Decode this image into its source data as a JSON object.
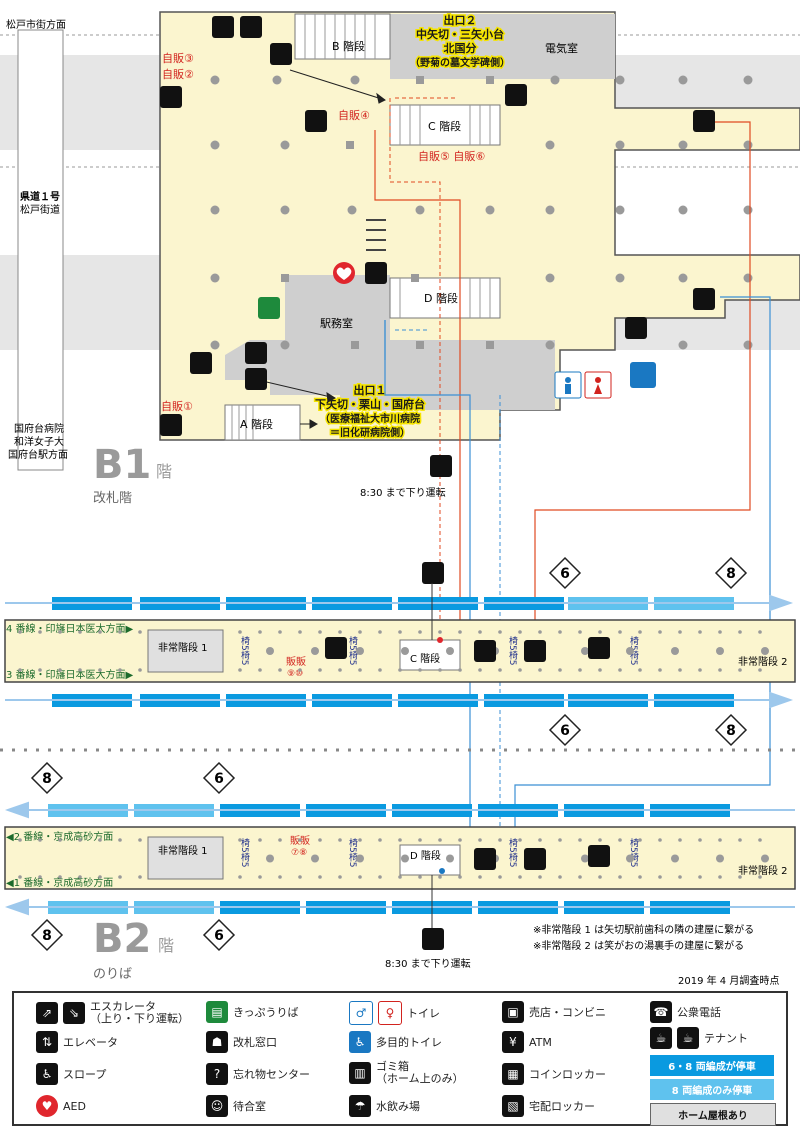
{
  "colors": {
    "concourse": "#fbf5cf",
    "staff_area": "#cfcfcf",
    "road_band": "#e6e6e6",
    "car_6_8": "#0a9ae0",
    "car_8_only": "#5fc2ee",
    "roof": "#e0e0e0",
    "exit_text": "#1a1a1a",
    "exit_highlight": "#f5e400",
    "label_red": "#d2231e",
    "route_red": "#e04a22",
    "route_blue": "#3b8fd4",
    "legend_border": "#333333"
  },
  "b1": {
    "road_top": "松戸市街方面",
    "road_name_1": "県道１号",
    "road_name_2": "松戸街道",
    "road_bottom_1": "国府台病院",
    "road_bottom_2": "和洋女子大",
    "road_bottom_3": "国府台駅方面",
    "floor_big": "B1",
    "floor_suffix": "階",
    "floor_sub": "改札階",
    "stair_b": "B 階段",
    "stair_c": "C 階段",
    "stair_d": "D 階段",
    "stair_a": "A 階段",
    "electric_room": "電気室",
    "staff_room": "駅務室",
    "vending_3": "自販③",
    "vending_2": "自販②",
    "vending_4": "自販④",
    "vending_5_6": "自販⑤ 自販⑥",
    "vending_1": "自販①",
    "exit2_title": "出口２",
    "exit2_line1": "中矢切・三矢小台",
    "exit2_line2": "北国分",
    "exit2_line3": "（野菊の墓文学碑側）",
    "exit1_title": "出口１",
    "exit1_line1": "下矢切・栗山・国府台",
    "exit1_line2": "（医療福祉大市川病院",
    "exit1_line3": "＝旧化研病院側）",
    "escalator_note": "8:30 まで下り運転"
  },
  "platforms": {
    "upper_track_top": "4 番線・印旛日本医大方面▶",
    "upper_track_bottom": "3 番線・印旛日本医大方面▶",
    "lower_track_top": "◀2 番線・京成高砂方面",
    "lower_track_bottom": "◀1 番線・京成高砂方面",
    "emergency_1": "非常階段 1",
    "emergency_2": "非常階段 2",
    "stair_c": "C 階段",
    "stair_d": "D 階段",
    "bench": "椅5椅5",
    "vending_upper_1": "販販",
    "vending_upper_2": "⑨⑩",
    "vending_lower_1": "販販",
    "vending_lower_2": "⑦⑧",
    "car_6": "6",
    "car_8": "8",
    "floor_big": "B2",
    "floor_suffix": "階",
    "floor_sub": "のりば",
    "escalator_note": "8:30 まで下り運転",
    "note_1": "※非常階段 1 は矢切駅前歯科の隣の建屋に繋がる",
    "note_2": "※非常階段 2 は笑がおの湯裏手の建屋に繋がる",
    "survey_date": "2019 年 4 月調査時点"
  },
  "legend": {
    "escalator_1": "エスカレータ",
    "escalator_2": "（上り・下り運転）",
    "elevator": "エレベータ",
    "slope": "スロープ",
    "aed": "AED",
    "ticket": "きっぷうりば",
    "gate_window": "改札窓口",
    "lost_found": "忘れ物センター",
    "waiting": "待合室",
    "toilet": "トイレ",
    "multi_toilet": "多目的トイレ",
    "trash_1": "ゴミ箱",
    "trash_2": "（ホーム上のみ）",
    "water": "水飲み場",
    "shop": "売店・コンビニ",
    "atm": "ATM",
    "coin_locker": "コインロッカー",
    "delivery_locker": "宅配ロッカー",
    "phone": "公衆電話",
    "tenant": "テナント",
    "badge_6_8": "6・8 両編成が停車",
    "badge_8": "8 両編成のみ停車",
    "badge_roof": "ホーム屋根あり"
  }
}
